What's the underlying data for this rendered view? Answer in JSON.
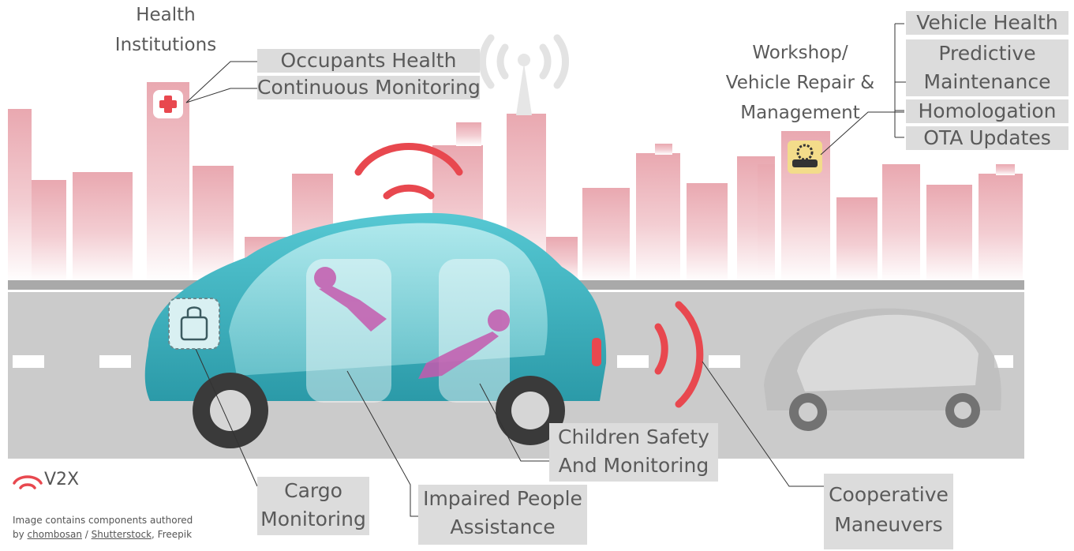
{
  "health": {
    "title_line1": "Health",
    "title_line2": "Institutions"
  },
  "callouts_health": [
    "Occupants Health",
    "Continuous Monitoring"
  ],
  "workshop": {
    "line1": "Workshop/",
    "line2": "Vehicle Repair &",
    "line3": "Management"
  },
  "callouts_workshop": [
    "Vehicle Health",
    "Predictive",
    "Maintenance",
    "Homologation",
    "OTA Updates"
  ],
  "cargo": {
    "line1": "Cargo",
    "line2": "Monitoring"
  },
  "impaired": {
    "line1": "Impaired People",
    "line2": "Assistance"
  },
  "children": {
    "line1": "Children Safety",
    "line2": "And Monitoring"
  },
  "cooperative": {
    "line1": "Cooperative",
    "line2": "Maneuvers"
  },
  "logo": {
    "text": "V2X"
  },
  "credit": {
    "line1": "Image contains components authored",
    "by": "by ",
    "author1": "chombosan",
    "sep": " / ",
    "author2": "Shutterstock",
    "tail": ", Freepik"
  },
  "colors": {
    "signal": "#e8484f",
    "skyline": "#e9a8b0",
    "road": "#c9c9c9",
    "car": "#3fb6c3",
    "label_bg": "#dcdcdc",
    "occupant": "#c45aae"
  }
}
